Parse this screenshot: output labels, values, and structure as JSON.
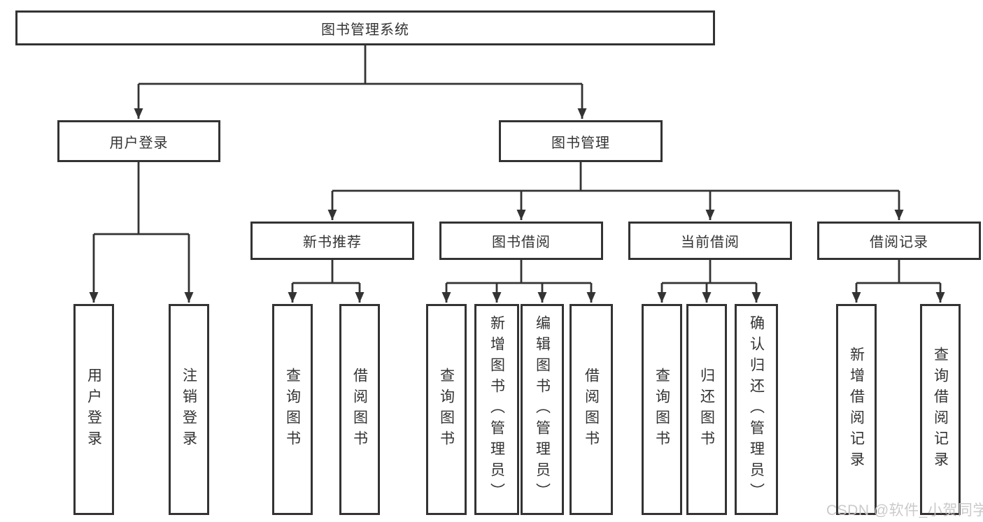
{
  "diagram": {
    "type": "hierarchy-tree",
    "root": {
      "label": "图书管理系统"
    },
    "children": [
      {
        "label": "用户登录",
        "children": [
          {
            "label": "用户登录"
          },
          {
            "label": "注销登录"
          }
        ]
      },
      {
        "label": "图书管理",
        "children": [
          {
            "label": "新书推荐",
            "children": [
              {
                "label": "查询图书"
              },
              {
                "label": "借阅图书"
              }
            ]
          },
          {
            "label": "图书借阅",
            "children": [
              {
                "label": "查询图书"
              },
              {
                "label": "新增图书（管理员）"
              },
              {
                "label": "编辑图书（管理员）"
              },
              {
                "label": "借阅图书"
              }
            ]
          },
          {
            "label": "当前借阅",
            "children": [
              {
                "label": "查询图书"
              },
              {
                "label": "归还图书"
              },
              {
                "label": "确认归还（管理员）"
              }
            ]
          },
          {
            "label": "借阅记录",
            "children": [
              {
                "label": "新增借阅记录"
              },
              {
                "label": "查询借阅记录"
              }
            ]
          }
        ]
      }
    ]
  },
  "watermark": {
    "text": "CSDN @软件_小贺同学"
  },
  "colors": {
    "line": "#333333",
    "box_border": "#333333",
    "box_fill": "#ffffff",
    "text": "#333333",
    "watermark": "#c8c8c8"
  }
}
